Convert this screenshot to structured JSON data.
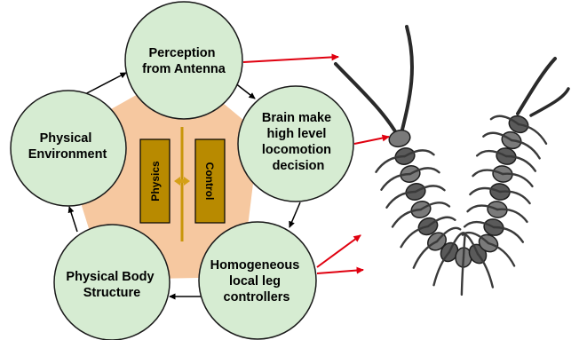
{
  "colors": {
    "circle_fill": "#d6ecd2",
    "circle_stroke": "#1a1a1a",
    "pentagon_fill": "#f6c8a0",
    "box_fill": "#b88a00",
    "divider": "#c8960a",
    "arrow_dark": "#000000",
    "arrow_red": "#e0000f"
  },
  "nodes": {
    "perception": {
      "lines": [
        "Perception",
        "from Antenna"
      ]
    },
    "brain": {
      "lines": [
        "Brain make",
        "high level",
        "locomotion",
        "decision"
      ]
    },
    "controllers": {
      "lines": [
        "Homogeneous",
        "local leg",
        "controllers"
      ]
    },
    "body": {
      "lines": [
        "Physical Body",
        "Structure"
      ]
    },
    "environment": {
      "lines": [
        "Physical",
        "Environment"
      ]
    }
  },
  "center": {
    "physics_label": "Physics",
    "control_label": "Control",
    "exchange_icon": "double-arrow-icon"
  },
  "illustration": {
    "subject_icon": "centipede-illustration"
  }
}
